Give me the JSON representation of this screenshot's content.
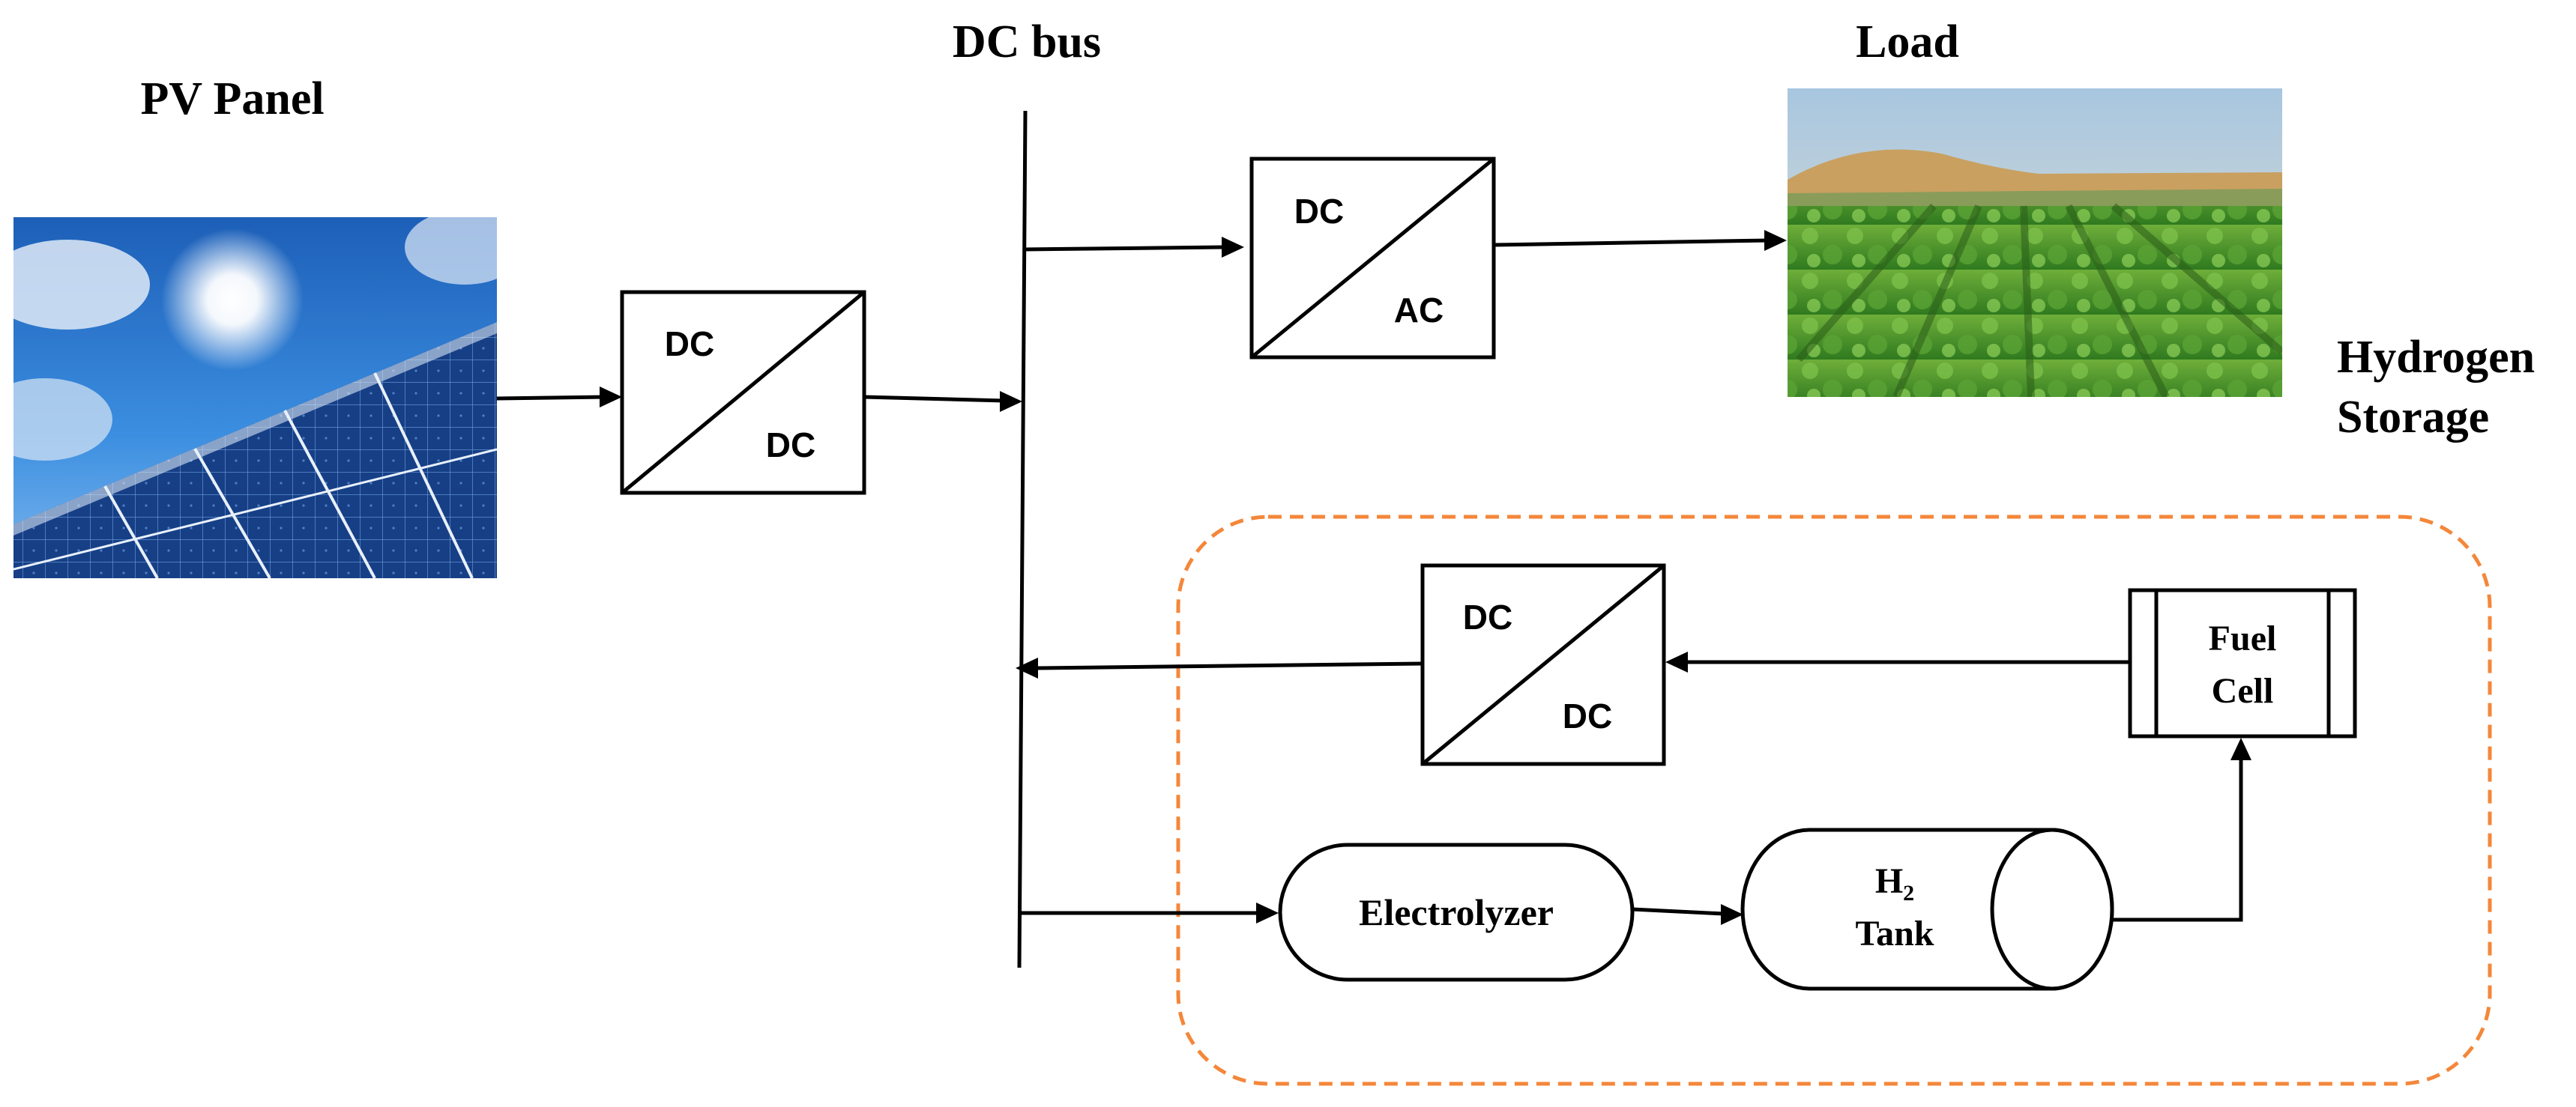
{
  "labels": {
    "pv_panel": "PV Panel",
    "dc_bus": "DC bus",
    "load": "Load",
    "hydrogen_storage_line1": "Hydrogen",
    "hydrogen_storage_line2": "Storage"
  },
  "converters": {
    "pv": {
      "in": "DC",
      "out": "DC"
    },
    "inverter": {
      "in": "DC",
      "out": "AC"
    },
    "fc": {
      "in": "DC",
      "out": "DC"
    }
  },
  "components": {
    "fuel_cell_line1": "Fuel",
    "fuel_cell_line2": "Cell",
    "electrolyzer": "Electrolyzer",
    "tank_h": "H",
    "tank_sub": "2",
    "tank_word": "Tank"
  },
  "colors": {
    "storage_border": "#f4873a",
    "sky": "#1f6fc9",
    "panel": "#123a7a",
    "field": "#4e9a2a"
  }
}
